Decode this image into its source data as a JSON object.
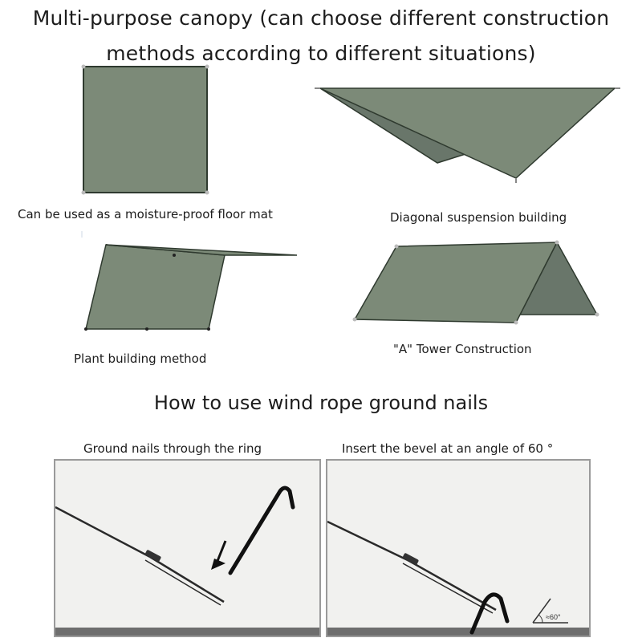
{
  "header": {
    "title_line1": "Multi-purpose canopy (can choose different construction",
    "title_line2": "methods according to different situations)"
  },
  "methods": [
    {
      "label": "Can be used as a moisture-proof floor mat"
    },
    {
      "label": "Diagonal suspension building"
    },
    {
      "label": "Plant building method"
    },
    {
      "label": "\"A\" Tower Construction"
    }
  ],
  "wind_rope": {
    "title": "How to use wind rope ground nails",
    "panels": [
      {
        "caption": "Ground nails through the ring"
      },
      {
        "caption": "Insert the bevel at an angle of 60 °",
        "angle_label": "≈60°"
      }
    ]
  },
  "colors": {
    "canopy": "#7c8a78",
    "canopy_shadow": "#69766a",
    "outline": "#2f3a2f",
    "panel_bg": "#f1f1ef",
    "ground": "#6e6e6e"
  }
}
